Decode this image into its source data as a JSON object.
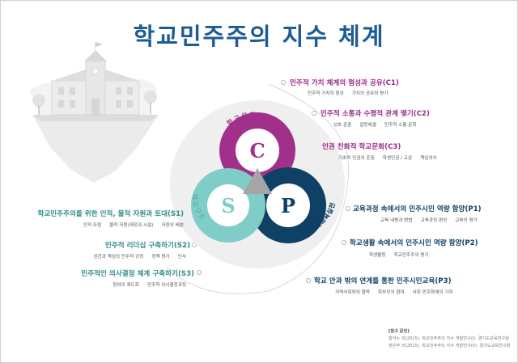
{
  "title": "학교민주주의 지수 체계",
  "circles": {
    "C": {
      "letter": "C",
      "label": "학교문화",
      "color": "#a1308a"
    },
    "P": {
      "letter": "P",
      "label": "민주시민교육실천",
      "color": "#0f4066"
    },
    "S": {
      "letter": "S",
      "label": "학교구조",
      "color": "#7fcdc6"
    }
  },
  "c_items": [
    {
      "title": "민주적 가치 체계의 형성과 공유(C1)",
      "subs": [
        "민주적 가치의 형성",
        "가치의 공유와 평가"
      ]
    },
    {
      "title": "민주적 소통과 수평적 관계 맺기(C2)",
      "subs": [
        "상호 존중",
        "갈등해결",
        "민주적 소통 문화"
      ]
    },
    {
      "title": "인권 친화적 학교문화(C3)",
      "subs": [
        "기초적 인권의 존중",
        "학생인권 / 교권",
        "책임의식"
      ]
    }
  ],
  "p_items": [
    {
      "title": "교육과정 속에서의 민주시민 역량 함양(P1)",
      "subs": [
        "교육 내용과 방법",
        "교육과정 편성",
        "교육의 평가"
      ]
    },
    {
      "title": "학교생활 속에서의 민주시민 역량 함양(P2)",
      "subs": [
        "학생활동",
        "학교민주주의 평가"
      ]
    },
    {
      "title": "학교 안과 밖의 연계를 통한 민주시민교육(P3)",
      "subs": [
        "지역사회와의 협력",
        "학부모의 참여",
        "사회 민주화에의 기여"
      ]
    }
  ],
  "s_items": [
    {
      "title": "학교민주주의를 위한 인적, 물적 자원과 토대(S1)",
      "subs": [
        "인적 자원",
        "물적 자원(재정과 시설)",
        "자원의 배분"
      ]
    },
    {
      "title": "민주적 리더십 구축하기(S2)",
      "subs": [
        "권한과 책임의 민주적 규정",
        "정책 평가",
        "인사"
      ]
    },
    {
      "title": "민주적인 의사결정 체계 구축하기(S3)",
      "subs": [
        "참여의 제도화",
        "민주적 의사결정과정"
      ]
    }
  ],
  "references": {
    "heading": "[참고 문헌]",
    "lines": [
      "홍석노 외(2015). 학교민주주의 지수 개발연구(I). 경기도교육연구원",
      "장은주 외(2015). 학교민주주의 지수 개발연구(II). 경기도교육연구원"
    ]
  }
}
